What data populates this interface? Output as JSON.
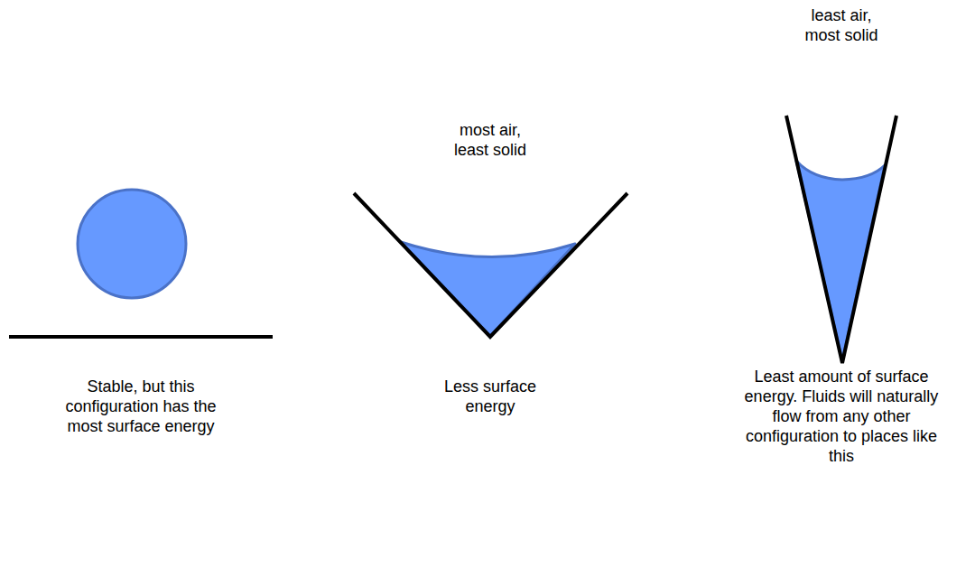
{
  "diagram": {
    "labels": [
      "least air, most solid",
      "most air, least solid",
      "Stable, but this configuration has the most surface energy",
      "Less surface energy",
      "Least amount of surface energy. Fluids will naturally flow from any other configuration to places like this"
    ]
  }
}
